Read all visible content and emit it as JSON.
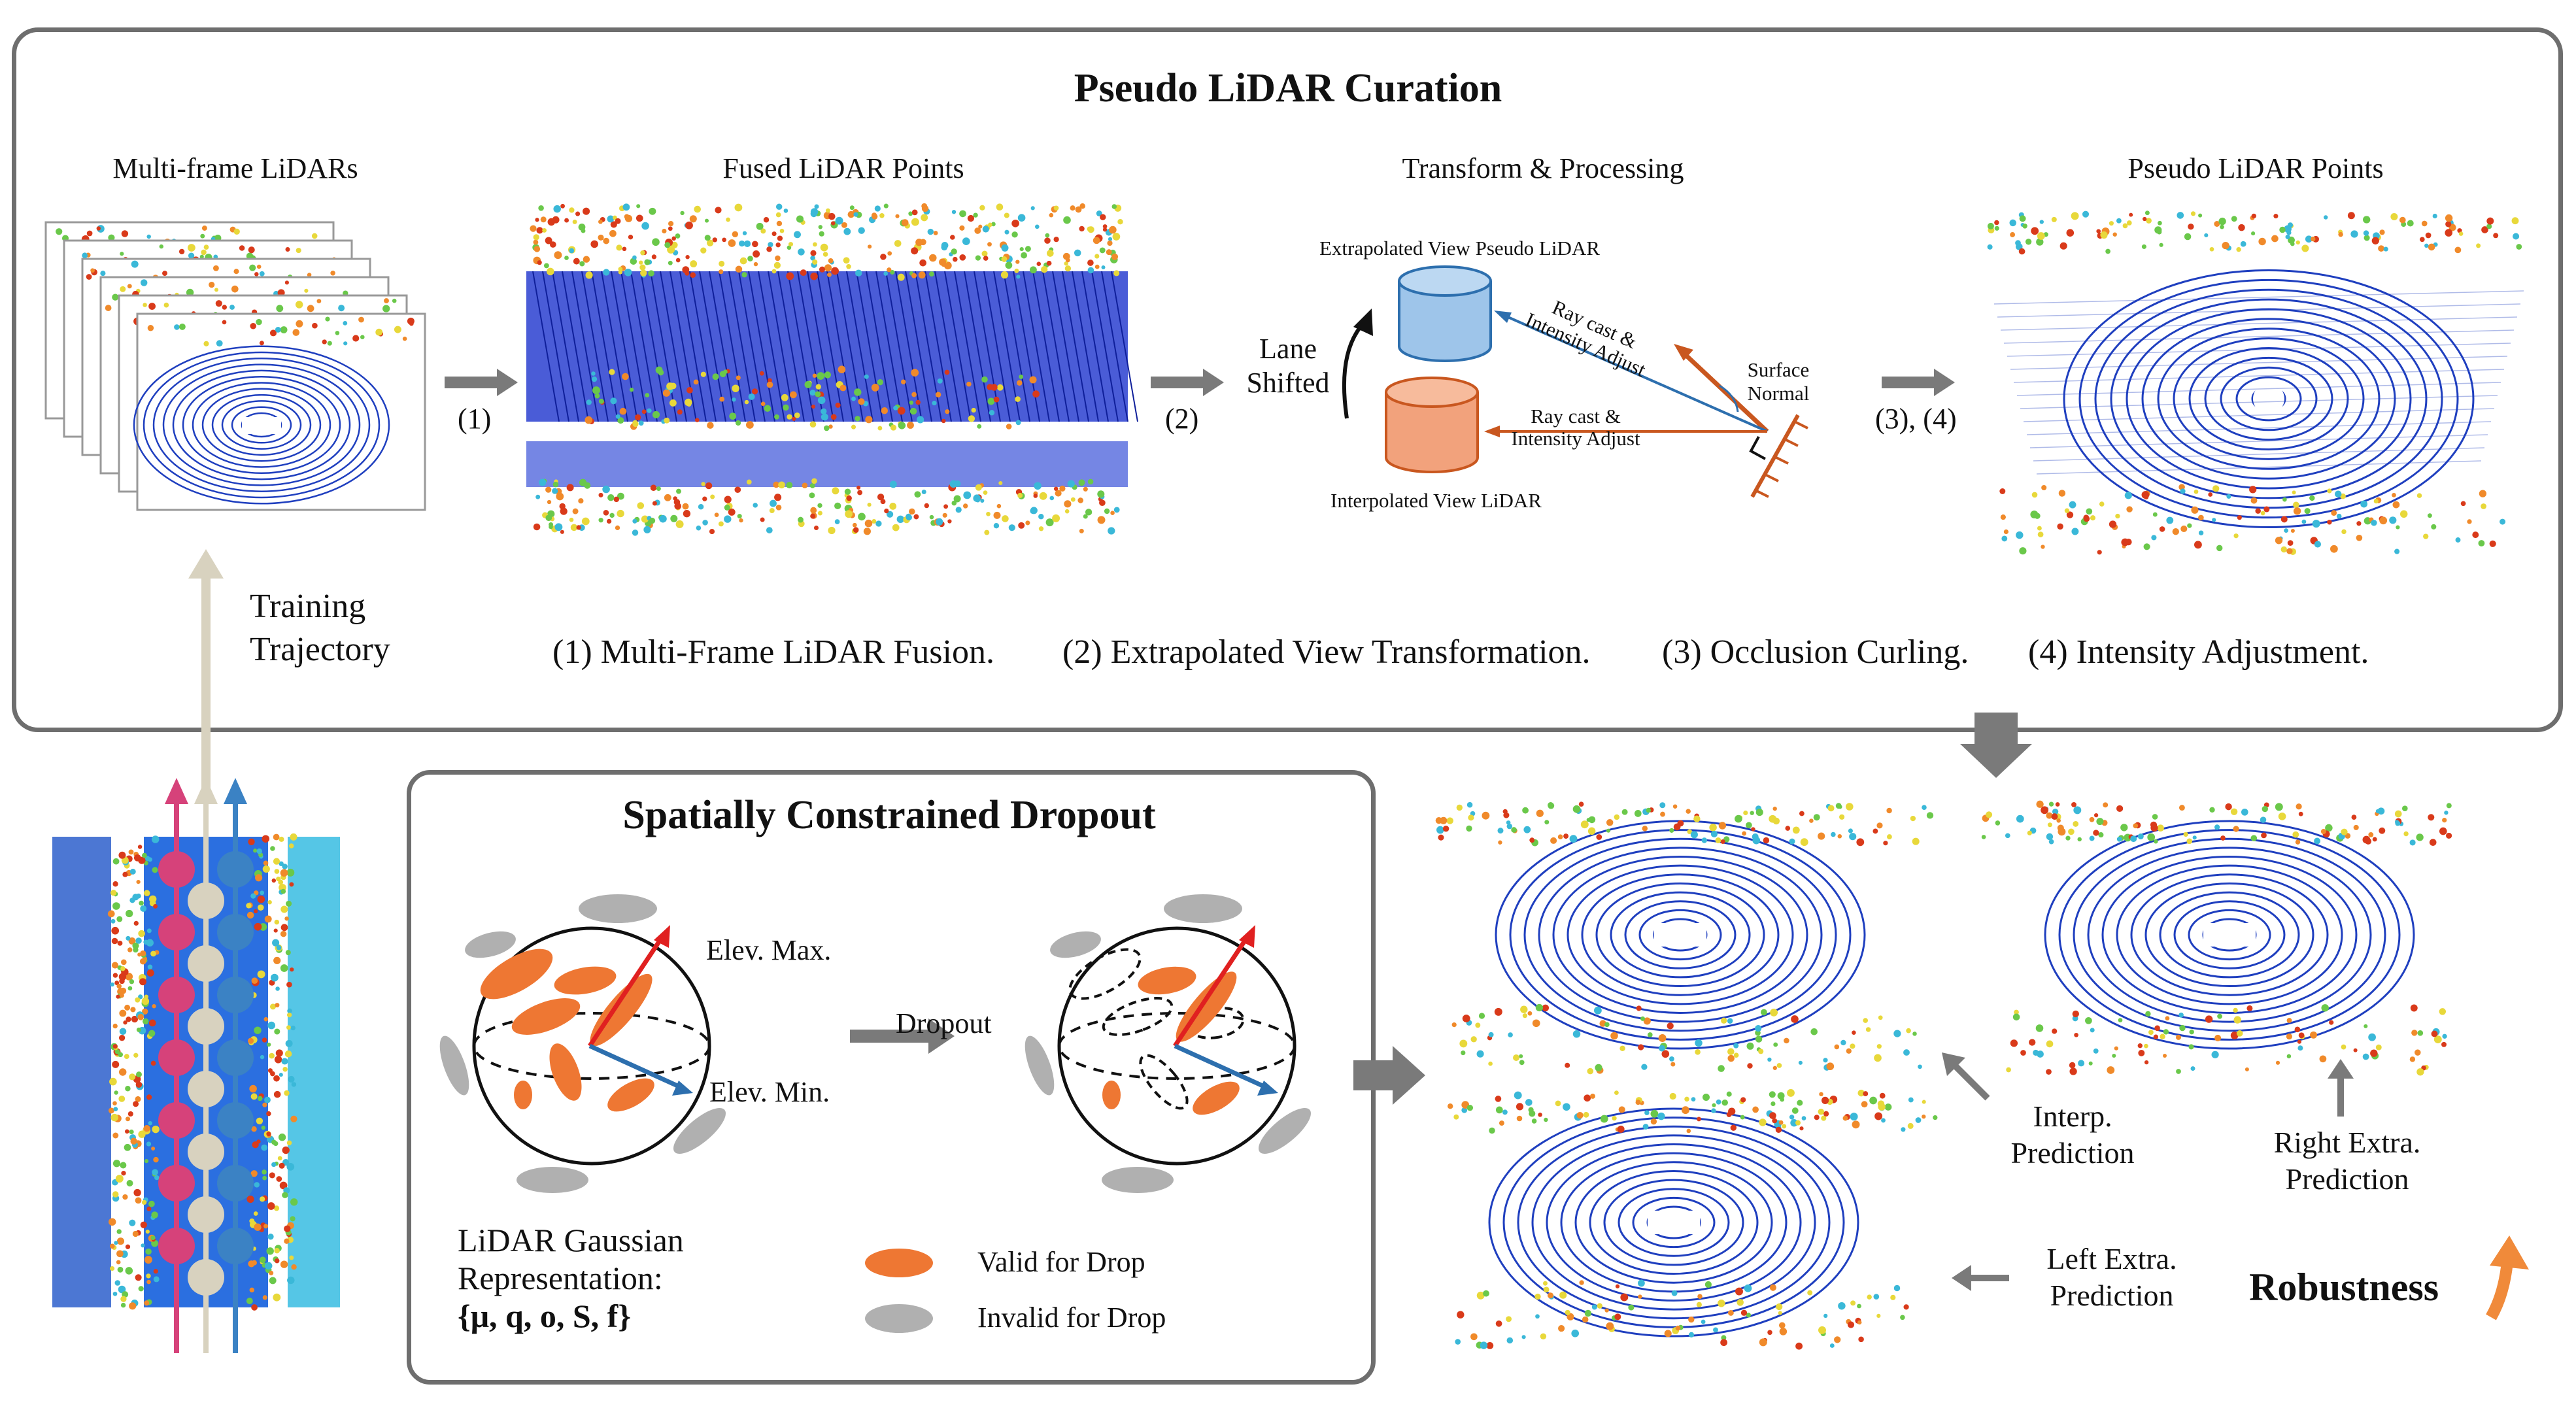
{
  "pseudo_lidar_curation": {
    "title": "Pseudo LiDAR Curation",
    "column_titles": {
      "multi_frame": "Multi-frame LiDARs",
      "fused": "Fused LiDAR Points",
      "transform": "Transform & Processing",
      "pseudo": "Pseudo LiDAR Points"
    },
    "step_markers": {
      "step1": "(1)",
      "step2": "(2)",
      "step34": "(3), (4)"
    },
    "transform_diagram": {
      "extrapolated_label": "Extrapolated View Pseudo LiDAR",
      "interpolated_label": "Interpolated View LiDAR",
      "lane_shifted_line1": "Lane",
      "lane_shifted_line2": "Shifted",
      "raycast_upper_line1": "Ray cast &",
      "raycast_upper_line2": "Intensity Adjust",
      "raycast_lower_line1": "Ray cast &",
      "raycast_lower_line2": "Intensity Adjust",
      "surface_normal_line1": "Surface",
      "surface_normal_line2": "Normal"
    },
    "training_trajectory_line1": "Training",
    "training_trajectory_line2": "Trajectory",
    "steps": [
      "(1) Multi-Frame LiDAR Fusion.",
      "(2) Extrapolated View Transformation.",
      "(3) Occlusion Curling.",
      "(4) Intensity Adjustment."
    ]
  },
  "spatially_constrained_dropout": {
    "title": "Spatially Constrained Dropout",
    "elev_max": "Elev. Max.",
    "elev_min": "Elev. Min.",
    "dropout_label": "Dropout",
    "representation_line1": "LiDAR Gaussian",
    "representation_line2": "Representation:",
    "representation_line3": "{μ, q, o, S, f}",
    "legend_valid": "Valid for Drop",
    "legend_invalid": "Invalid for Drop"
  },
  "predictions": {
    "interp_line1": "Interp.",
    "interp_line2": "Prediction",
    "right_line1": "Right Extra.",
    "right_line2": "Prediction",
    "left_line1": "Left Extra.",
    "left_line2": "Prediction",
    "robustness": "Robustness"
  },
  "colors": {
    "frame_border": "#6e6e6e",
    "lidar_blue": "#1f3fbf",
    "warm_red": "#d93a1a",
    "warm_orange": "#f08a2a",
    "warm_yellow": "#e8d83a",
    "cyan": "#3ab8d8",
    "green": "#6ac84a",
    "extrapolated_cylinder": "#9ec5ea",
    "interpolated_cylinder": "#f2a27c",
    "ray_blue": "#2d6fae",
    "ray_orange": "#c9571f",
    "gaussian_valid": "#ee7733",
    "gaussian_invalid": "#b0b0b0",
    "arrow_gray": "#7a7a7a",
    "trajectory_pink": "#d6427a",
    "trajectory_beige": "#d8d2bf",
    "trajectory_blue": "#3b82c4",
    "robustness_arrow": "#f08a3a"
  }
}
